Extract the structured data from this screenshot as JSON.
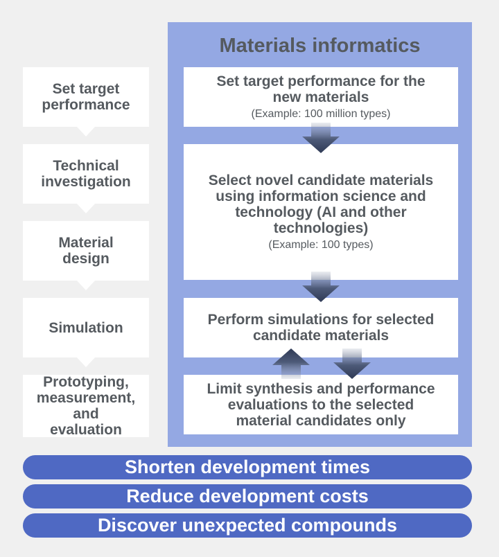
{
  "left_steps": [
    "Set target\nperformance",
    "Technical\ninvestigation",
    "Material\ndesign",
    "Simulation",
    "Prototyping,\nmeasurement,\nand\nevaluation"
  ],
  "materials_informatics": {
    "title": "Materials informatics",
    "boxes": [
      {
        "main": "Set target performance for the\nnew materials",
        "example": "(Example: 100 million types)"
      },
      {
        "main": "Select novel candidate materials\nusing information science and\ntechnology (AI and other\ntechnologies)",
        "example": "(Example: 100 types)"
      },
      {
        "main": "Perform simulations for selected\ncandidate materials",
        "example": ""
      },
      {
        "main": "Limit synthesis and performance\nevaluations to the selected\nmaterial candidates only",
        "example": ""
      }
    ]
  },
  "benefits": [
    "Shorten development times",
    "Reduce development costs",
    "Discover unexpected compounds"
  ],
  "colors": {
    "background": "#f0f0f0",
    "panel": "#94a8e3",
    "pill": "#4f69c3",
    "text": "#555a5f"
  }
}
